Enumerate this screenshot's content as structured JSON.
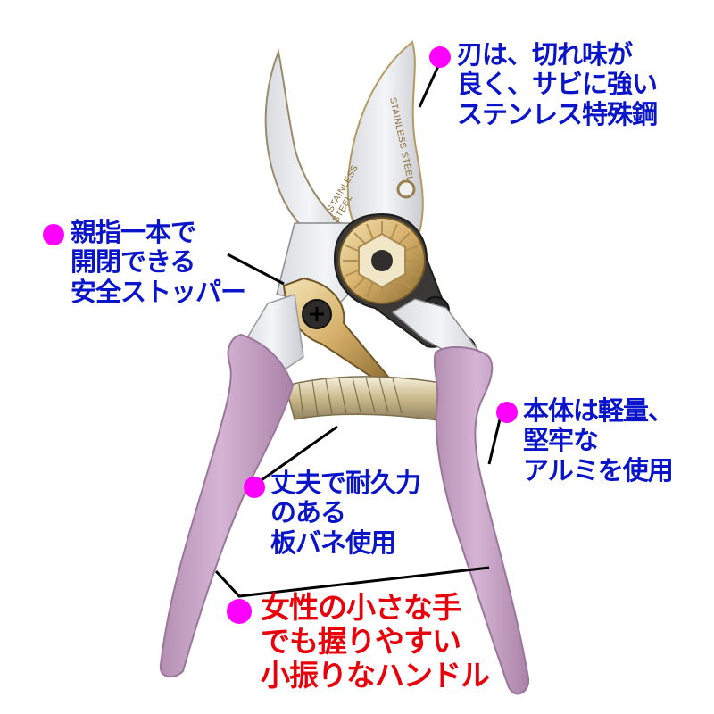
{
  "product": {
    "type": "pruning shears",
    "handle_color": "#c8a3c6",
    "blade_engraving_upper": "STAINLESS STEEL",
    "blade_engraving_lower": "STAINLESS STEEL"
  },
  "colors": {
    "bullet": "#ff00ff",
    "annotation_blue": "#0a14c8",
    "annotation_red": "#e8000a",
    "leader_line": "#000000"
  },
  "callouts": {
    "blade": {
      "lines": [
        "刃は、切れ味が",
        "良く、サビに強い",
        "ステンレス特殊鋼"
      ]
    },
    "stopper": {
      "lines": [
        "親指一本で",
        "開閉できる",
        "安全ストッパー"
      ]
    },
    "body": {
      "lines": [
        "本体は軽量、",
        "堅牢な",
        "アルミを使用"
      ]
    },
    "spring": {
      "lines": [
        "丈夫で耐久力",
        "のある",
        "板バネ使用"
      ]
    },
    "handle": {
      "lines": [
        "女性の小さな手",
        "でも握りやすい",
        "小振りなハンドル"
      ]
    }
  }
}
